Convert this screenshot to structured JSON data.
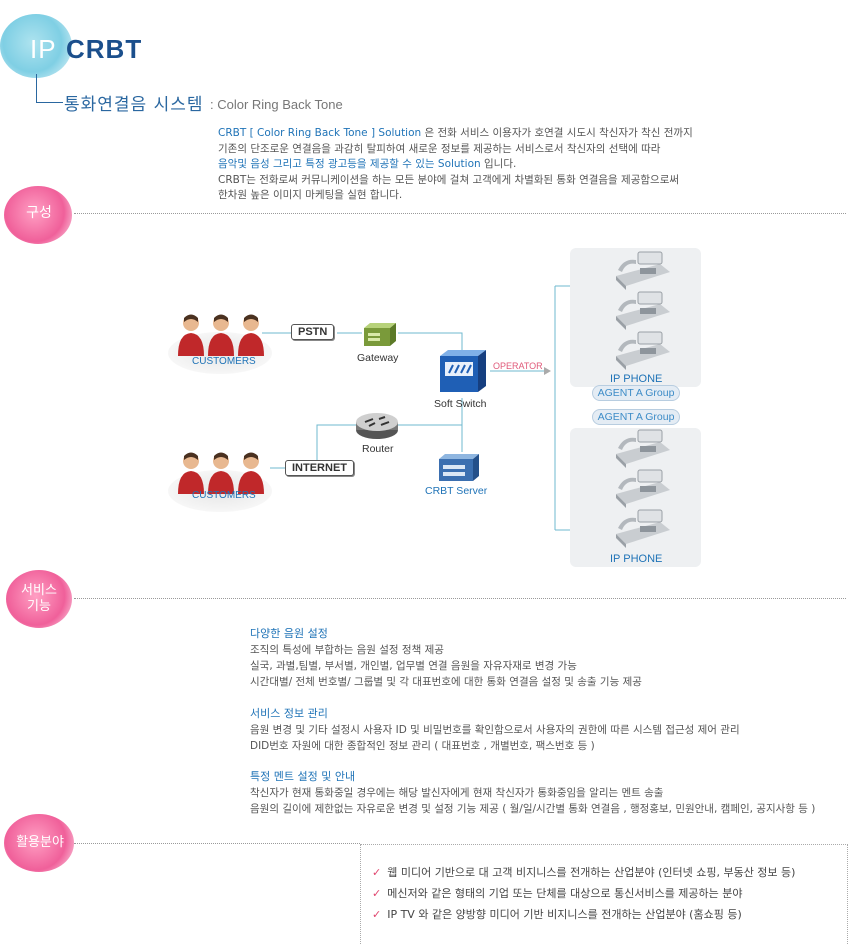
{
  "header": {
    "ip": "IP",
    "crbt": "CRBT",
    "subtitle_ko": "통화연결음 시스템",
    "subtitle_en": ": Color Ring Back Tone"
  },
  "intro": {
    "line1_hl": "CRBT [ Color Ring Back Tone ] Solution",
    "line1_rest": " 은  전화 서비스 이용자가  호연결 시도시 착신자가 착신 전까지",
    "line2": "기존의 단조로운 연결음을 과감히 탈피하여 새로운 정보를 제공하는 서비스로서 착신자의 선택에 따라",
    "line3_hl": "음악및 음성 그리고 특정 광고등을 제공할 수 있는 Solution",
    "line3_rest": " 입니다.",
    "line4": "CRBT는 전화로써 커뮤니케이션을 하는 모든 분야에 걸쳐  고객에게 차별화된  통화 연결음을 제공함으로써",
    "line5": "한차원 높은 이미지 마케팅을 실현 합니다."
  },
  "sections": {
    "composition": "구성",
    "service_line1": "서비스",
    "service_line2": "기능",
    "fields": "활용분야"
  },
  "diagram": {
    "customers_top": "CUSTOMERS",
    "customers_bottom": "CUSTOMERS",
    "pstn": "PSTN",
    "internet": "INTERNET",
    "gateway": "Gateway",
    "router": "Router",
    "soft_switch": "Soft Switch",
    "operator": "OPERATOR",
    "crbt_server": "CRBT Server",
    "ip_phone_top": "IP PHONE",
    "agent_group_1": "AGENT A Group",
    "agent_group_2": "AGENT A Group",
    "ip_phone_bottom": "IP PHONE",
    "colors": {
      "accent": "#1f73b7",
      "customer": "#c0282a",
      "operator": "#e05a7a",
      "line": "#6fb8cf"
    }
  },
  "services": [
    {
      "title": "다양한 음원  설정",
      "lines": [
        "조직의 특성에 부합하는 음원 설정 정책 제공",
        "실국, 과별,팀별, 부서별, 개인별, 업무별 연결 음원을 자유자재로 변경 가능",
        "시간대별/ 전체 번호별/ 그룹별 및 각 대표번호에 대한 통화 연결음  설정 및 송출 기능 제공"
      ]
    },
    {
      "title": "서비스 정보 관리",
      "lines": [
        "음원 변경 및 기타 설정시 사용자 ID 및 비밀번호를 확인함으로서 사용자의 권한에 따른 시스템 접근성 제어 관리",
        "DID번호 자원에 대한 종합적인 정보 관리  ( 대표번호 , 개별번호, 팩스번호  등 )"
      ]
    },
    {
      "title": "특정 멘트 설정 및 안내",
      "lines": [
        "착신자가 현재 통화중일 경우에는 해당 발신자에게 현재 착신자가 통화중임을 알리는 멘트 송출",
        "음원의 길이에 제한없는 자유로운 변경 및 설정 기능 제공 ( 월/일/시간별 통화 연결음 , 행정홍보, 민원안내, 캠페인, 공지사항 등 )"
      ]
    }
  ],
  "fields": [
    "웹 미디어 기반으로 대 고객 비지니스를 전개하는 산업분야 (인터넷 쇼핑, 부동산 정보 등)",
    "메신저와 같은 형태의 기업 또는 단체를 대상으로 통신서비스를 제공하는 분야",
    "IP TV 와 같은 양방향 미디어 기반 비지니스를 전개하는 산업분야 (홈쇼핑 등)"
  ]
}
